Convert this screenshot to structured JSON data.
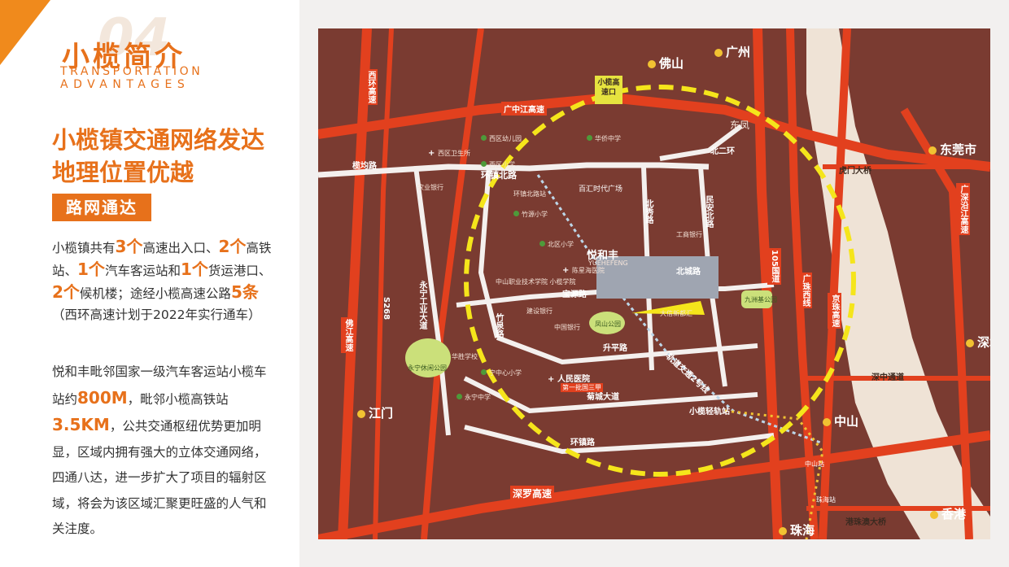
{
  "header": {
    "ghost_number": "04",
    "title_cn": "小榄简介",
    "title_en_line1": "TRANSPORTATION",
    "title_en_line2": "ADVANTAGES"
  },
  "heading": {
    "line1": "小榄镇交通网络发达",
    "line2": "地理位置优越"
  },
  "badge": "路网通达",
  "paragraph1": {
    "t1": "小榄镇共有",
    "n1": "3个",
    "t2": "高速出入口、",
    "n2": "2个",
    "t3": "高铁站、",
    "n3": "1个",
    "t4": "汽车客运站和",
    "n4": "1个",
    "t5": "货运港口、",
    "n5": "2个",
    "t6": "候机楼；途经小榄高速公路",
    "n6": "5条",
    "t7": "（西环高速计划于2022年实行通车）"
  },
  "paragraph2": {
    "t1": "悦和丰毗邻国家一级汽车客运站小榄车站约",
    "n1": "800M",
    "t2": "，毗邻小榄高铁站",
    "n2": "3.5KM",
    "t3": "，公共交通枢纽优势更加明显，区域内拥有强大的立体交通网络，四通八达，进一步扩大了项目的辐射区域，将会为该区域汇聚更旺盛的人气和关注度。"
  },
  "map": {
    "colors": {
      "background": "#7a3b31",
      "road_major": "#e2401e",
      "road_minor": "#f4f0ee",
      "circle": "#f5e51b",
      "river": "#efe3d6",
      "rail": "#f1c232"
    },
    "cities": {
      "foshan": "佛山",
      "guangzhou": "广州",
      "dongfeng": "东凤",
      "dongguan": "东莞市",
      "jiangmen": "江门",
      "zhongshan": "中山",
      "shenzhen": "深圳",
      "hongkong": "香港",
      "zhuhai": "珠海"
    },
    "expressways": {
      "guangzhongjiang": "广中江高速",
      "xihuan": "西环高速",
      "foshan_jiang": "佛江高速",
      "shenluo": "深罗高速",
      "s268": "S268",
      "gz105": "105国道",
      "guangzhu_west": "广珠西线",
      "jingzhu": "京珠高速",
      "guangshen_yan": "广深沿江高速",
      "shenzhong": "深中通道",
      "humen_bridge": "虎门大桥",
      "gangzhuao_bridge": "港珠澳大桥",
      "rail_line": "轨道交通2号线"
    },
    "local_roads": {
      "huanzhen_bei": "环镇北路",
      "beiyi": "北二环",
      "beixiu": "北秀路",
      "minan_bei": "民安北路",
      "beicheng": "北城路",
      "baoyuan": "宝源路",
      "zhuquan": "竹泉路",
      "shengping": "升平路",
      "juchengdadao": "菊城大道",
      "huanzhen": "环镇路",
      "yongning": "永宁工业大道",
      "junlu": "榄均路"
    },
    "pois": {
      "expressway_exit": "小榄高速口",
      "project": "悦和丰",
      "project_en": "YUEHEFENG",
      "baihui": "百汇时代广场",
      "huanzhen_station": "环镇北路站",
      "xiqu_kindergarten": "西区幼儿园",
      "xiqu_health": "西区卫生所",
      "xiqu_primary": "西区小学",
      "huaqiao_middle": "华侨中学",
      "beiqu_primary": "北区小学",
      "nongye_bank": "农业银行",
      "zhuyuan_primary": "竹源小学",
      "gongshang_bank": "工商银行",
      "longshan_hospital": "陈星海医院",
      "zhongshan_vocational": "中山职业技术学院 小榄学院",
      "jianshe_bank": "建设银行",
      "zhongguo_bank": "中国银行",
      "renmin_hospital": "人民医院",
      "renmin_hospital_sub": "第一批国三甲",
      "dahsin": "大信新都汇",
      "park1": "九洲基公园",
      "park2": "凤山公园",
      "park3": "永宁休闲公园",
      "huayuan": "华胜学校",
      "ning_primary": "宁中心小学",
      "yongning_middle": "永宁中学",
      "light_rail": "小榄轻轨站",
      "zhongshan_station": "中山站",
      "zhuhai_station": "珠海站"
    }
  }
}
